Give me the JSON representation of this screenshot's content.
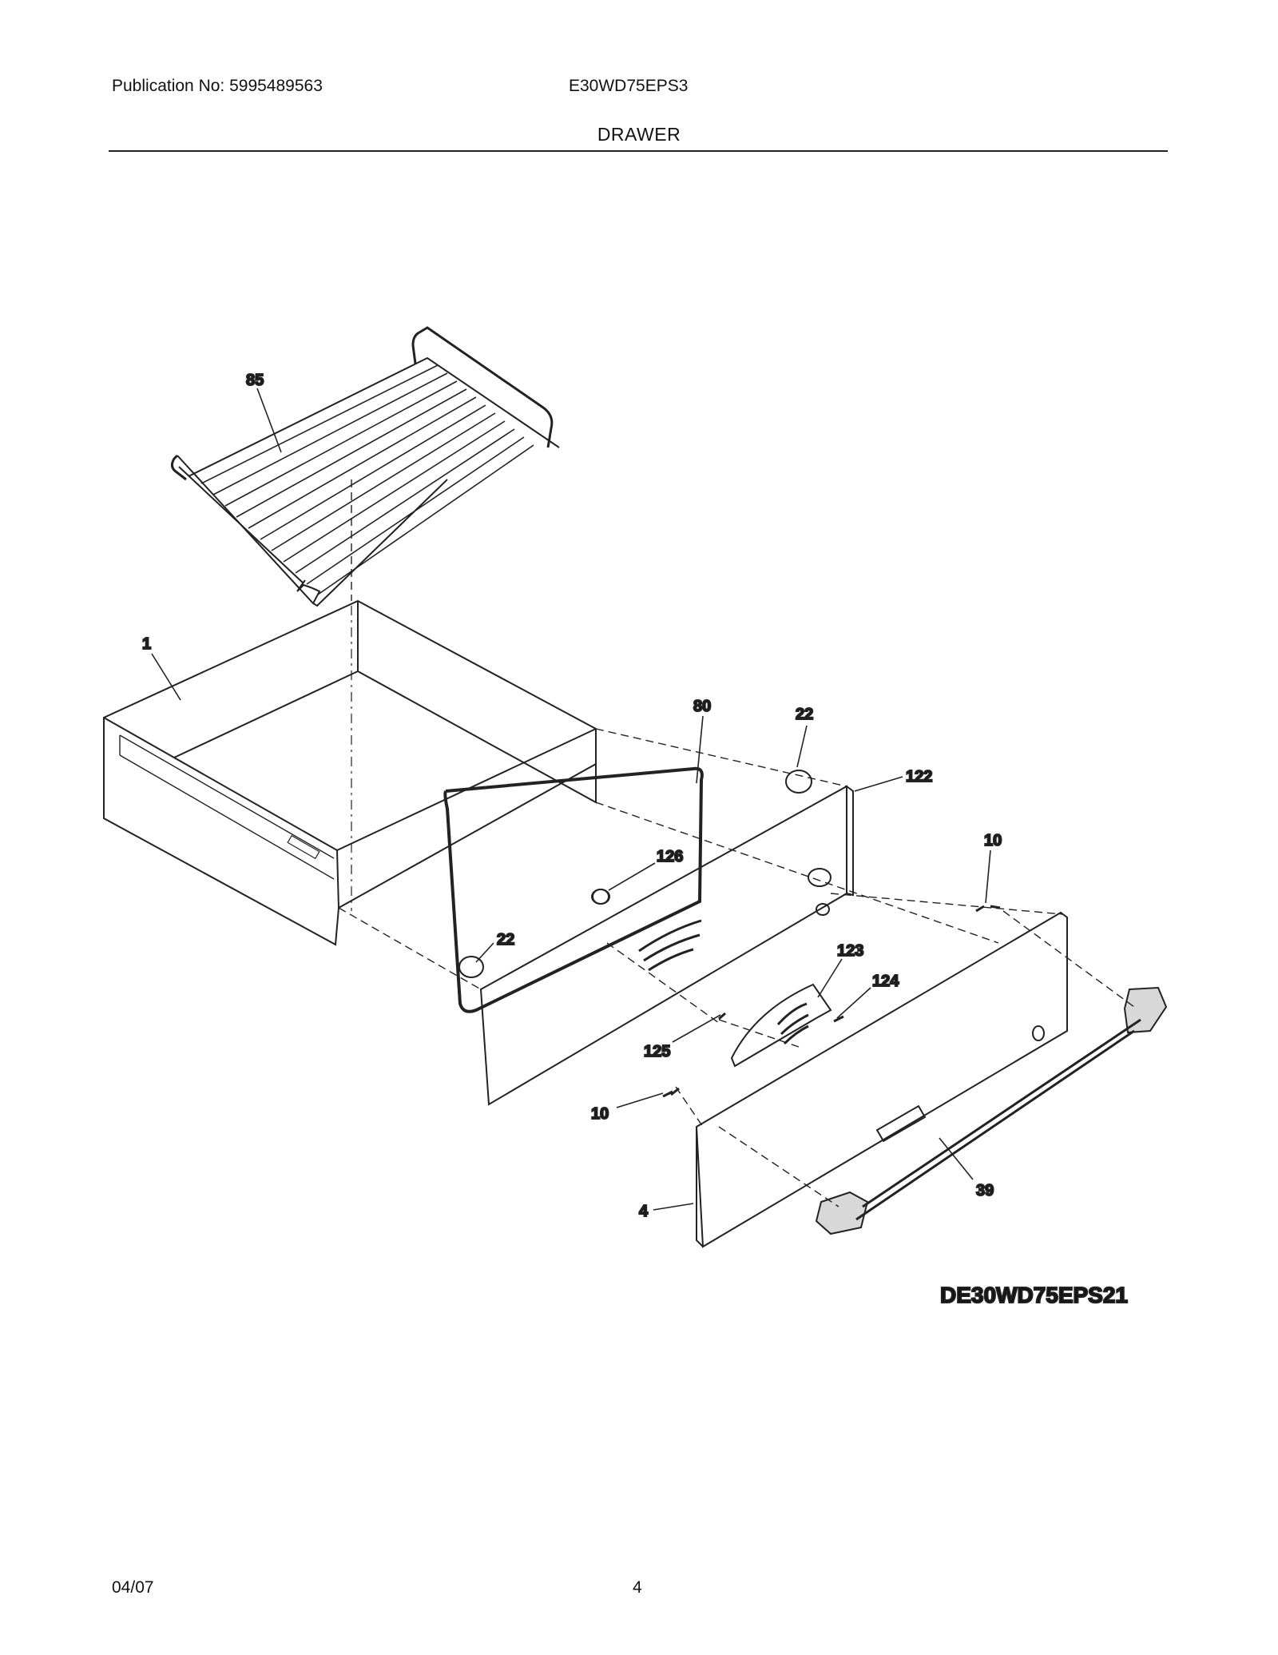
{
  "header": {
    "publication": "Publication No: 5995489563",
    "model": "E30WD75EPS3",
    "section": "DRAWER"
  },
  "diagram": {
    "callouts": {
      "rack": "85",
      "drawer_box": "1",
      "gasket": "80",
      "plug_upper": "22",
      "plug_left": "22",
      "inner_panel": "122",
      "button": "126",
      "screw_right": "10",
      "screw_left": "10",
      "logo_badge": "123",
      "badge_screw": "124",
      "badge_clip": "125",
      "front_panel": "4",
      "handle": "39"
    },
    "drawing_code": "DE30WD75EPS21"
  },
  "footer": {
    "date": "04/07",
    "page": "4"
  }
}
